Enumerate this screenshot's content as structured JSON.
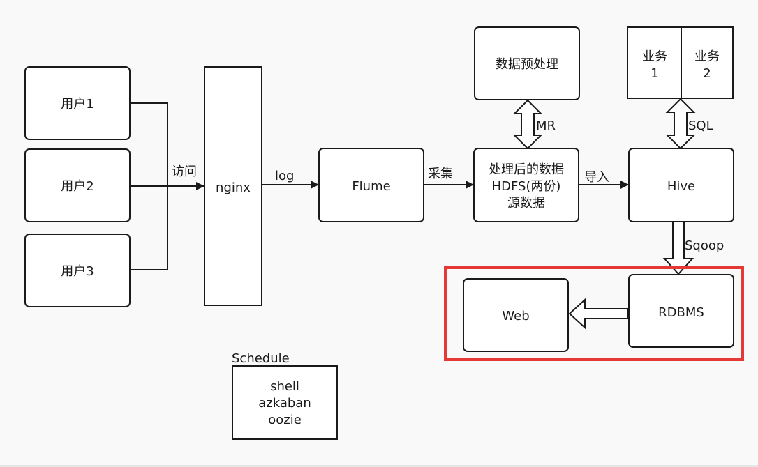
{
  "nodes": {
    "user1": "用户1",
    "user2": "用户2",
    "user3": "用户3",
    "nginx": "nginx",
    "flume": "Flume",
    "preprocess": "数据预处理",
    "processed": [
      "处理后的数据",
      "HDFS(两份)",
      "源数据"
    ],
    "business1": [
      "业务",
      "1"
    ],
    "business2": [
      "业务",
      "2"
    ],
    "hive": "Hive",
    "rdbms": "RDBMS",
    "web": "Web",
    "schedule_title": "Schedule",
    "schedule": [
      "shell",
      "azkaban",
      "oozie"
    ]
  },
  "edges": {
    "visit": "访问",
    "log": "log",
    "collect": "采集",
    "mr": "MR",
    "import": "导入",
    "sql": "SQL",
    "sqoop": "Sqoop"
  },
  "colors": {
    "highlight": "#e53935",
    "stroke": "#1a1a1a",
    "box_fill": "#ffffff"
  }
}
